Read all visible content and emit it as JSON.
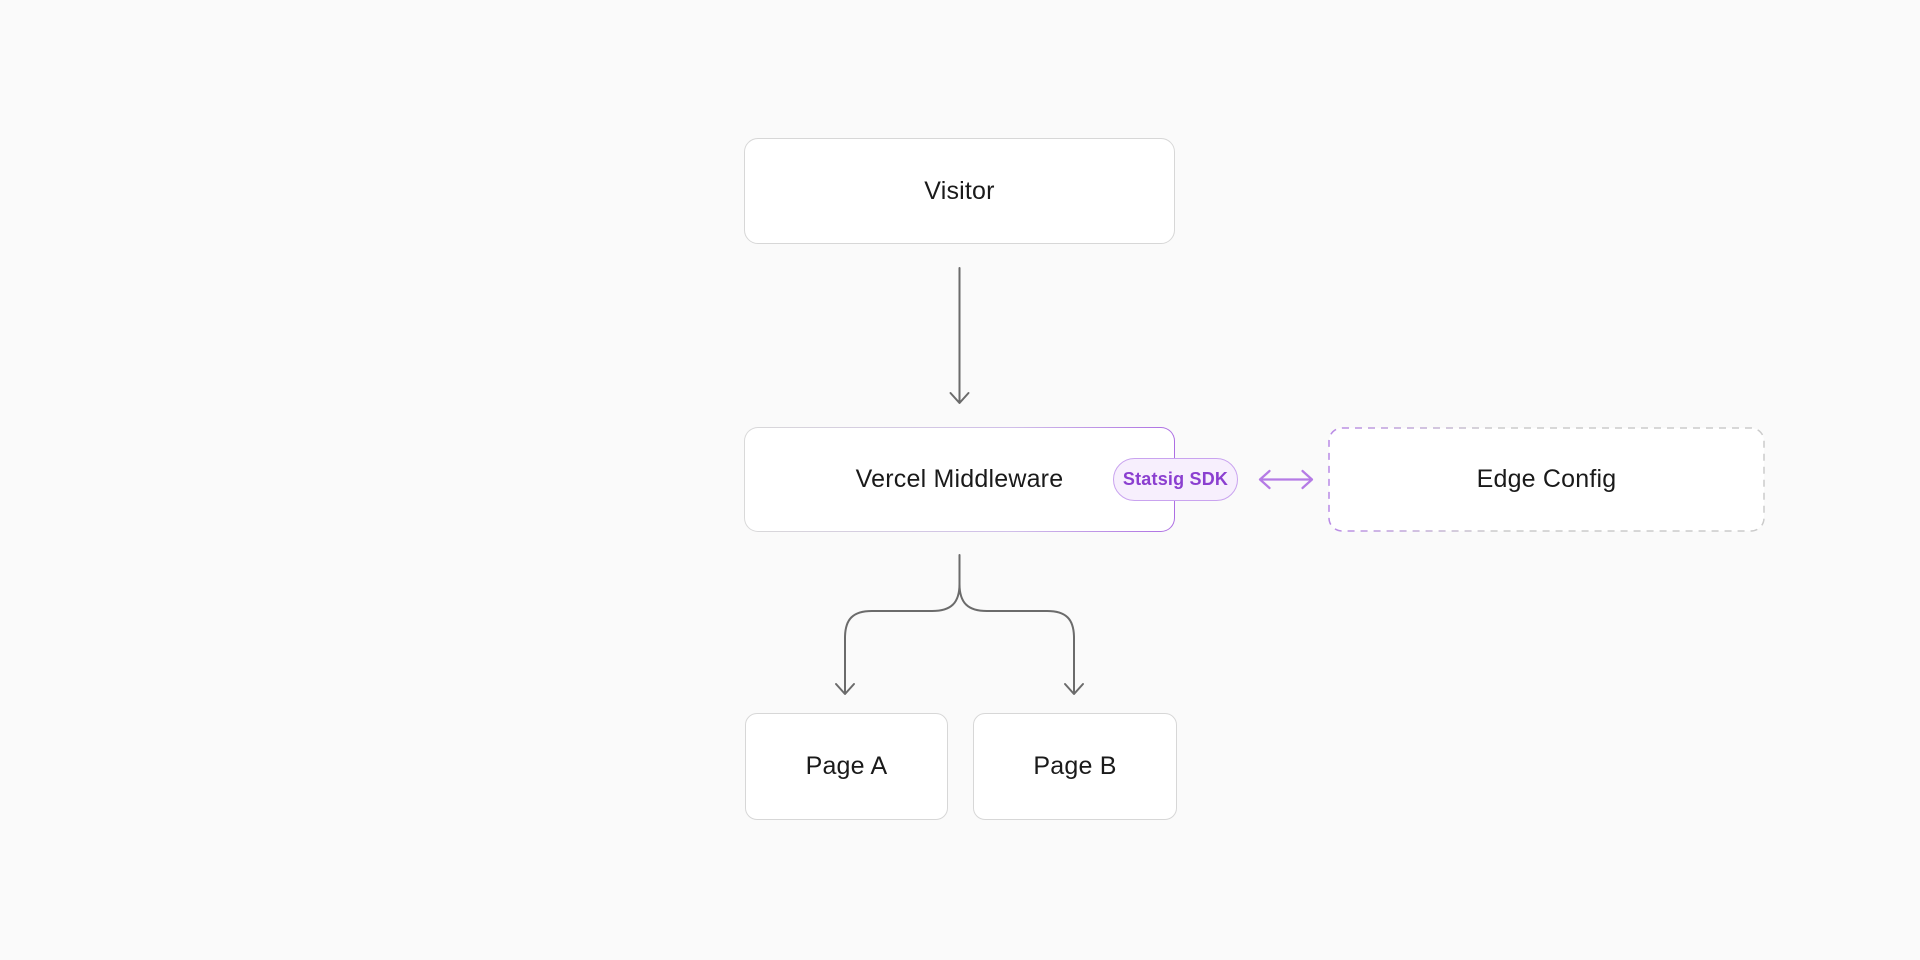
{
  "diagram": {
    "title": "Vercel Middleware flag routing diagram",
    "nodes": {
      "visitor": {
        "label": "Visitor"
      },
      "middleware": {
        "label": "Vercel Middleware"
      },
      "statsig_badge": {
        "label": "Statsig SDK"
      },
      "edge_config": {
        "label": "Edge Config"
      },
      "page_a": {
        "label": "Page A"
      },
      "page_b": {
        "label": "Page B"
      }
    },
    "edges": [
      {
        "from": "visitor",
        "to": "middleware",
        "style": "solid",
        "color": "gray",
        "arrow": "down"
      },
      {
        "from": "middleware",
        "to": "edge_config",
        "style": "solid",
        "color": "purple",
        "arrow": "both"
      },
      {
        "from": "middleware",
        "to": "page_a",
        "style": "solid",
        "color": "gray",
        "arrow": "down"
      },
      {
        "from": "middleware",
        "to": "page_b",
        "style": "solid",
        "color": "gray",
        "arrow": "down"
      }
    ],
    "colors": {
      "background": "#fafafa",
      "node_fill": "#ffffff",
      "node_border_gray": "#d7d7d7",
      "line_gray": "#6b6b6b",
      "accent_purple": "#b57be5",
      "pill_background": "#f7effd",
      "pill_border": "#c9a3ef",
      "pill_text": "#8b3fd0",
      "label_text": "#1a1a1a"
    }
  }
}
